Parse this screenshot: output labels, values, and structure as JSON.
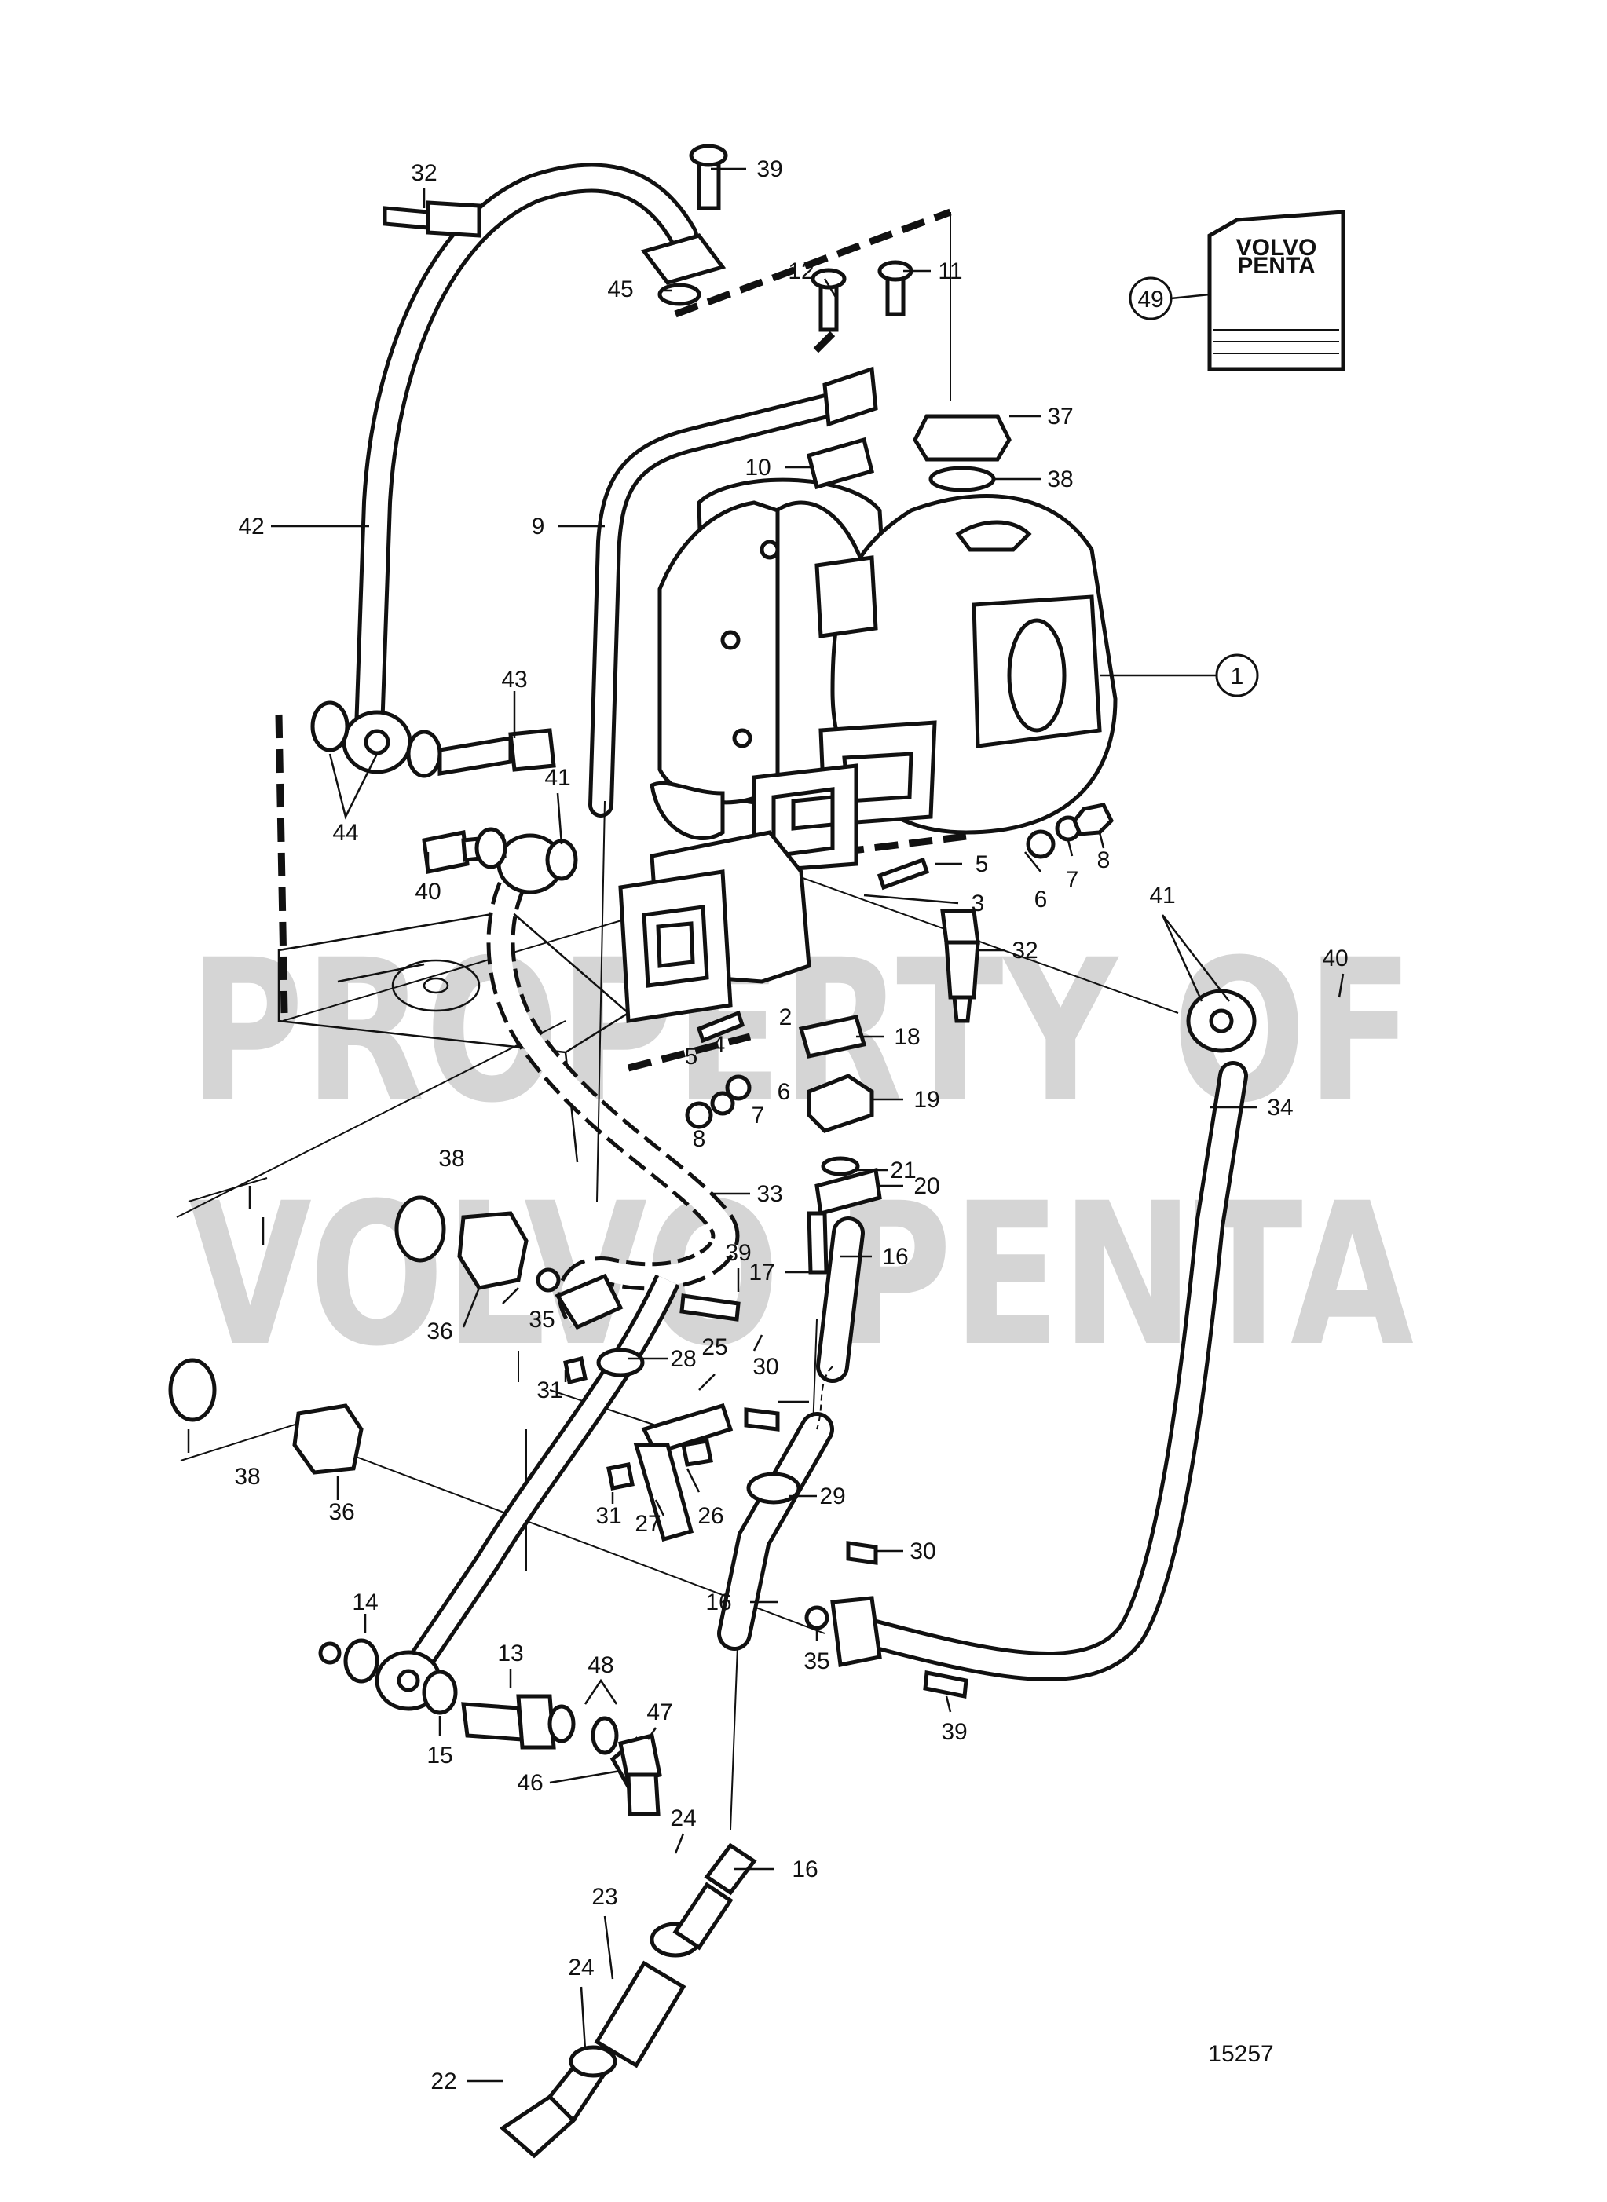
{
  "watermark": {
    "line1": "PROPERTY OF",
    "line2": "VOLVO PENTA"
  },
  "book": {
    "brand_line1": "VOLVO",
    "brand_line2": "PENTA",
    "ref_number": "49"
  },
  "figure_number": "15257",
  "callouts": {
    "c1": "1",
    "c2": "2",
    "c3": "3",
    "c4": "4",
    "c5a": "5",
    "c5b": "5",
    "c6a": "6",
    "c6b": "6",
    "c7a": "7",
    "c7b": "7",
    "c8a": "8",
    "c8b": "8",
    "c9": "9",
    "c10": "10",
    "c11": "11",
    "c12": "12",
    "c13": "13",
    "c14": "14",
    "c15": "15",
    "c16a": "16",
    "c16b": "16",
    "c16c": "16",
    "c17": "17",
    "c18": "18",
    "c19": "19",
    "c20": "20",
    "c21": "21",
    "c22": "22",
    "c23": "23",
    "c24a": "24",
    "c24b": "24",
    "c25": "25",
    "c26": "26",
    "c27": "27",
    "c28": "28",
    "c29": "29",
    "c30a": "30",
    "c30b": "30",
    "c31a": "31",
    "c31b": "31",
    "c32a": "32",
    "c32b": "32",
    "c33": "33",
    "c34": "34",
    "c35a": "35",
    "c35b": "35",
    "c36a": "36",
    "c36b": "36",
    "c37": "37",
    "c38a": "38",
    "c38b": "38",
    "c38c": "38",
    "c39a": "39",
    "c39b": "39",
    "c39c": "39",
    "c40a": "40",
    "c40b": "40",
    "c41a": "41",
    "c41b": "41",
    "c42": "42",
    "c43": "43",
    "c44": "44",
    "c45": "45",
    "c46": "46",
    "c47": "47",
    "c48": "48"
  }
}
